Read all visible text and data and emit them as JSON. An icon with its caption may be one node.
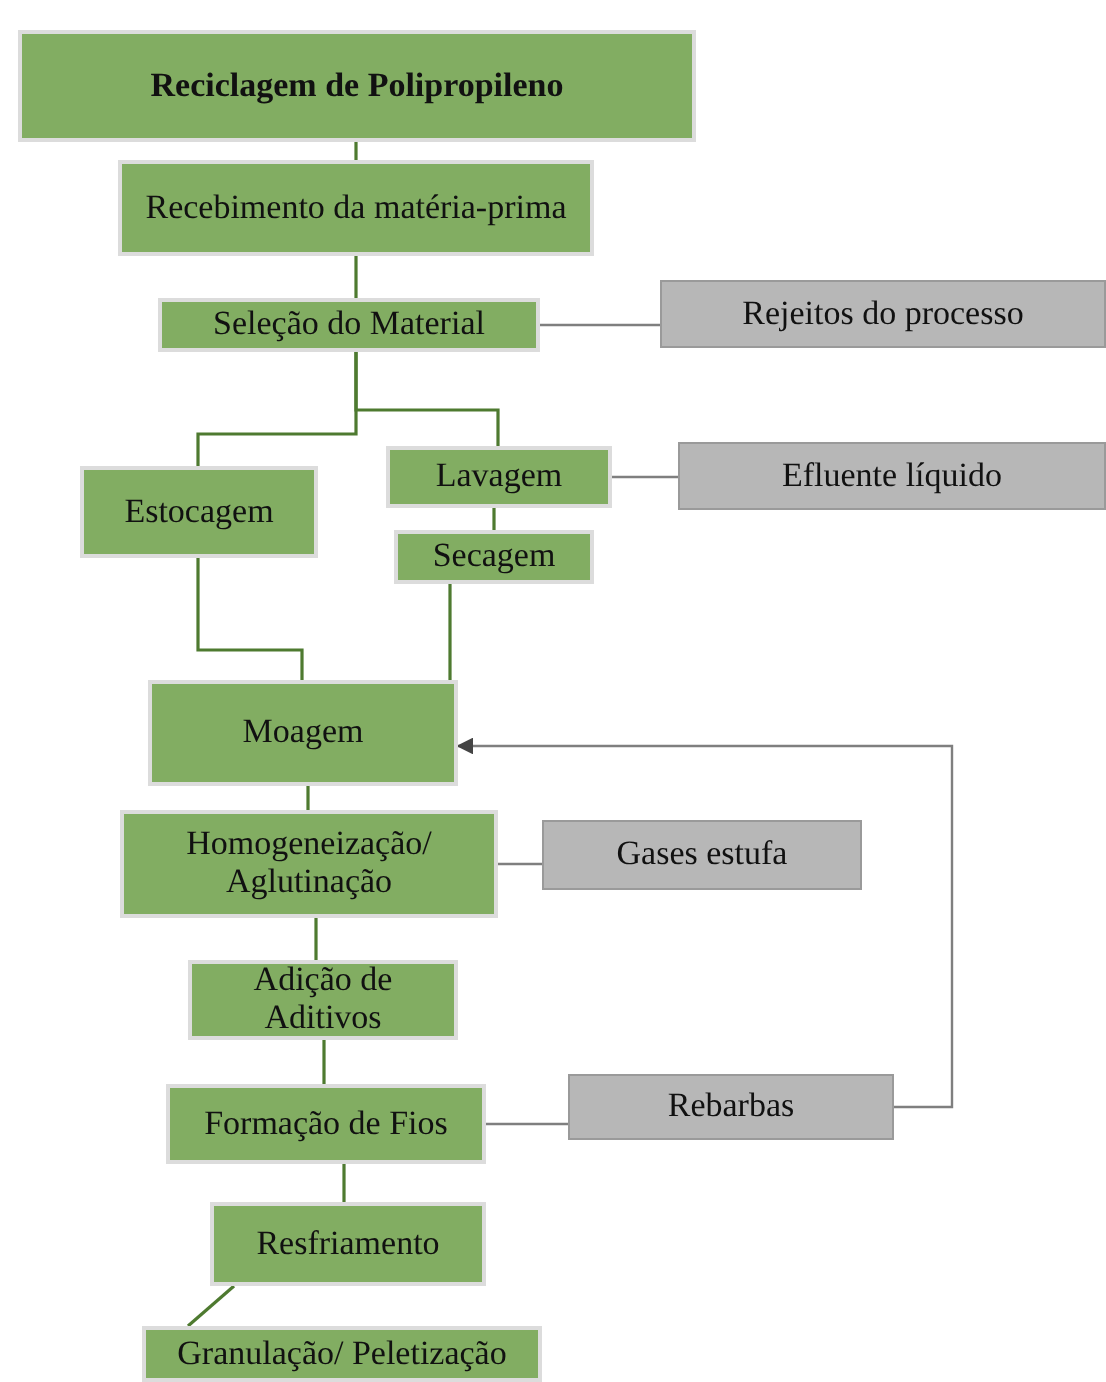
{
  "diagram": {
    "nodes": [
      {
        "text": [
          "Reciclagem de Polipropileno"
        ]
      },
      {
        "text": [
          "Recebimento da matéria-prima"
        ]
      },
      {
        "text": [
          "Seleção do Material"
        ]
      },
      {
        "text": [
          "Rejeitos do processo"
        ]
      },
      {
        "text": [
          "Estocagem"
        ]
      },
      {
        "text": [
          "Lavagem"
        ]
      },
      {
        "text": [
          "Efluente líquido"
        ]
      },
      {
        "text": [
          "Secagem"
        ]
      },
      {
        "text": [
          "Moagem"
        ]
      },
      {
        "text": [
          "Homogeneização/ Aglutinação"
        ]
      },
      {
        "text": [
          "Gases estufa"
        ]
      },
      {
        "text": [
          "Adição de Aditivos"
        ]
      },
      {
        "text": [
          "Formação de Fios"
        ]
      },
      {
        "text": [
          "Rebarbas"
        ]
      },
      {
        "text": [
          "Resfriamento"
        ]
      },
      {
        "text": [
          "Granulação/ Peletização"
        ]
      }
    ],
    "edges": [
      {
        "from": 0,
        "to": 1,
        "arrow": "none"
      },
      {
        "from": 1,
        "to": 2,
        "arrow": "none"
      },
      {
        "from": 2,
        "to": 4,
        "arrow": "none"
      },
      {
        "from": 2,
        "to": 5,
        "arrow": "none"
      },
      {
        "from": 2,
        "to": 3,
        "arrow": "none",
        "color": "#7f7f7f"
      },
      {
        "from": 5,
        "to": 6,
        "arrow": "none",
        "color": "#7f7f7f"
      },
      {
        "from": 5,
        "to": 7,
        "arrow": "none"
      },
      {
        "from": 4,
        "to": 8,
        "arrow": "none"
      },
      {
        "from": 7,
        "to": 8,
        "arrow": "none"
      },
      {
        "from": 8,
        "to": 9,
        "arrow": "none"
      },
      {
        "from": 9,
        "to": 10,
        "arrow": "none",
        "color": "#7f7f7f"
      },
      {
        "from": 9,
        "to": 11,
        "arrow": "none"
      },
      {
        "from": 11,
        "to": 12,
        "arrow": "none"
      },
      {
        "from": 12,
        "to": 13,
        "arrow": "none",
        "color": "#7f7f7f"
      },
      {
        "from": 13,
        "to": 8,
        "arrow": "to",
        "color": "#7f7f7f"
      },
      {
        "from": 12,
        "to": 14,
        "arrow": "none"
      },
      {
        "from": 14,
        "to": 15,
        "arrow": "none"
      }
    ]
  }
}
